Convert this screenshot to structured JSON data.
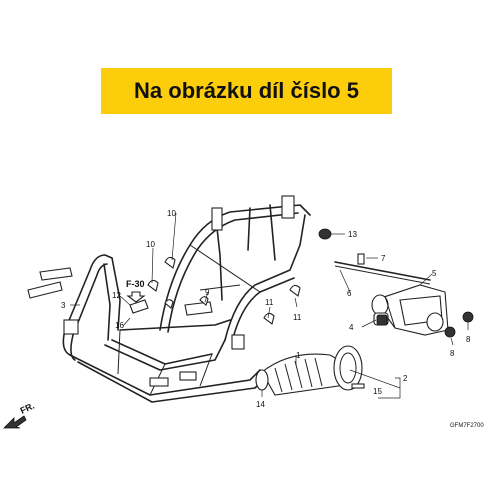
{
  "banner": {
    "text": "Na obrázku díl číslo 5"
  },
  "diagram": {
    "callouts": [
      "1",
      "2",
      "3",
      "4",
      "5",
      "6",
      "7",
      "8",
      "8",
      "9",
      "10",
      "10",
      "11",
      "11",
      "12",
      "13",
      "14",
      "15",
      "16"
    ],
    "ref": "F-30",
    "direction": "FR.",
    "code": "GFM7F2700"
  }
}
